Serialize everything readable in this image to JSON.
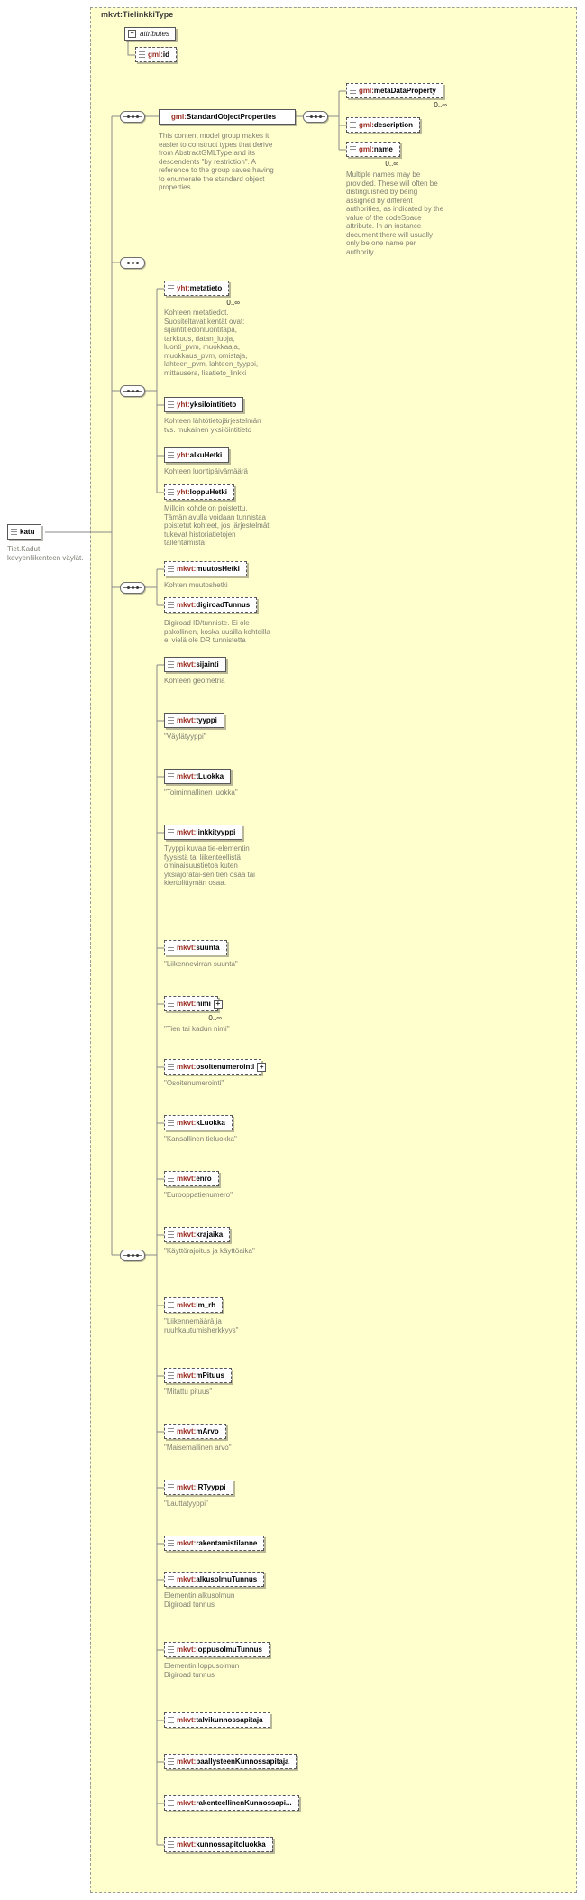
{
  "title": "mkvt:TielinkkiType",
  "icons": {
    "collapse": "−",
    "expand": "+"
  },
  "attributes_section": {
    "label": "attributes",
    "attribute": {
      "prefix": "gml:",
      "name": "id"
    }
  },
  "root_element": {
    "name": "katu",
    "annotation": "Tiet.Kadut kevyenliikenteen väylät."
  },
  "standard_group": {
    "ref": {
      "prefix": "gml:",
      "name": "StandardObjectProperties"
    },
    "annotation": "This content model group makes it easier to construct types that derive from AbstractGMLType and its descendents \"by restriction\". A reference to the group saves having to enumerate the standard object properties.",
    "children": [
      {
        "prefix": "gml:",
        "name": "metaDataProperty",
        "optional": true,
        "cardinality": "0..∞"
      },
      {
        "prefix": "gml:",
        "name": "description",
        "optional": true
      },
      {
        "prefix": "gml:",
        "name": "name",
        "optional": true,
        "cardinality": "0..∞",
        "annotation": "Multiple names may be provided. These will often be distinguished by being assigned by different authorities, as indicated by the value of the codeSpace attribute. In an instance document there will usually only be one name per authority."
      }
    ]
  },
  "yht_group": {
    "children": [
      {
        "prefix": "yht:",
        "name": "metatieto",
        "optional": true,
        "cardinality": "0..∞",
        "annotation": "Kohteen metatiedot. Suositeltavat kentät ovat: sijaintitiedonluontitapa, tarkkuus, datan_luoja, luonti_pvm, muokkaaja, muokkaus_pvm, omistaja, lahteen_pvm, lahteen_tyyppi, mittausera, lisatieto_linkki"
      },
      {
        "prefix": "yht:",
        "name": "yksilointitieto",
        "optional": false,
        "annotation": "Kohteen lähtötietojärjestelmän tvs. mukainen yksilöintitieto"
      },
      {
        "prefix": "yht:",
        "name": "alkuHetki",
        "optional": false,
        "annotation": "Kohteen luontipäivämäärä"
      },
      {
        "prefix": "yht:",
        "name": "loppuHetki",
        "optional": true,
        "annotation": "Milloin kohde on poistettu. Tämän avulla voidaan tunnistaa poistetut kohteet, jos järjestelmät tukevat historiatietojen tallentamista"
      }
    ]
  },
  "muutos_group": {
    "children": [
      {
        "prefix": "mkvt:",
        "name": "muutosHetki",
        "optional": true,
        "annotation": "Kohten muutoshetki"
      },
      {
        "prefix": "mkvt:",
        "name": "digiroadTunnus",
        "optional": true,
        "annotation": "Digiroad ID/tunniste. Ei ole pakollinen, koska uusilla kohteilla ei vielä ole DR tunnistetta"
      }
    ]
  },
  "main_group": {
    "children": [
      {
        "prefix": "mkvt:",
        "name": "sijainti",
        "optional": false,
        "annotation": "Kohteen geometria"
      },
      {
        "prefix": "mkvt:",
        "name": "tyyppi",
        "optional": false,
        "annotation": "\"Väylätyyppi\""
      },
      {
        "prefix": "mkvt:",
        "name": "tLuokka",
        "optional": false,
        "annotation": "\"Toiminnallinen luokka\""
      },
      {
        "prefix": "mkvt:",
        "name": "linkkityyppi",
        "optional": false,
        "annotation": "Tyyppi kuvaa tie-elementin fyysistä tai liikenteellistä ominaisuustietoa kuten yksiajoratai-sen tien osaa tai kiertolittymän osaa."
      },
      {
        "prefix": "mkvt:",
        "name": "suunta",
        "optional": true,
        "annotation": "\"Liikennevirran suunta\""
      },
      {
        "prefix": "mkvt:",
        "name": "nimi",
        "optional": true,
        "cardinality": "0..∞",
        "annotation": "\"Tien tai kadun nimi\""
      },
      {
        "prefix": "mkvt:",
        "name": "osoitenumerointi",
        "optional": true,
        "annotation": "\"Osoitenumerointi\""
      },
      {
        "prefix": "mkvt:",
        "name": "kLuokka",
        "optional": true,
        "annotation": "\"Kansallinen tieluokka\""
      },
      {
        "prefix": "mkvt:",
        "name": "enro",
        "optional": true,
        "annotation": "\"Eurooppatienumero\""
      },
      {
        "prefix": "mkvt:",
        "name": "krajaika",
        "optional": true,
        "annotation": "\"Käyttörajoitus ja käyttöaika\""
      },
      {
        "prefix": "mkvt:",
        "name": "lm_rh",
        "optional": true,
        "annotation": "\"Liikennemäärä ja ruuhkautumisherkkyys\""
      },
      {
        "prefix": "mkvt:",
        "name": "mPituus",
        "optional": true,
        "annotation": "\"Mitattu pituus\""
      },
      {
        "prefix": "mkvt:",
        "name": "mArvo",
        "optional": true,
        "annotation": "\"Maisemallinen arvo\""
      },
      {
        "prefix": "mkvt:",
        "name": "lRTyyppi",
        "optional": true,
        "annotation": "\"Lauttatyyppi\""
      },
      {
        "prefix": "mkvt:",
        "name": "rakentamistilanne",
        "optional": true
      },
      {
        "prefix": "mkvt:",
        "name": "alkusolmuTunnus",
        "optional": true,
        "annotation": "Elementin alkusolmun Digiroad tunnus"
      },
      {
        "prefix": "mkvt:",
        "name": "loppusolmuTunnus",
        "optional": true,
        "annotation": "Elementin loppusolmun Digiroad tunnus"
      },
      {
        "prefix": "mkvt:",
        "name": "talvikunnossapitaja",
        "optional": true
      },
      {
        "prefix": "mkvt:",
        "name": "paallysteenKunnossapitaja",
        "optional": true
      },
      {
        "prefix": "mkvt:",
        "name": "rakenteellinenKunnossapi...",
        "optional": true
      },
      {
        "prefix": "mkvt:",
        "name": "kunnossapitoluokka",
        "optional": true
      }
    ]
  }
}
